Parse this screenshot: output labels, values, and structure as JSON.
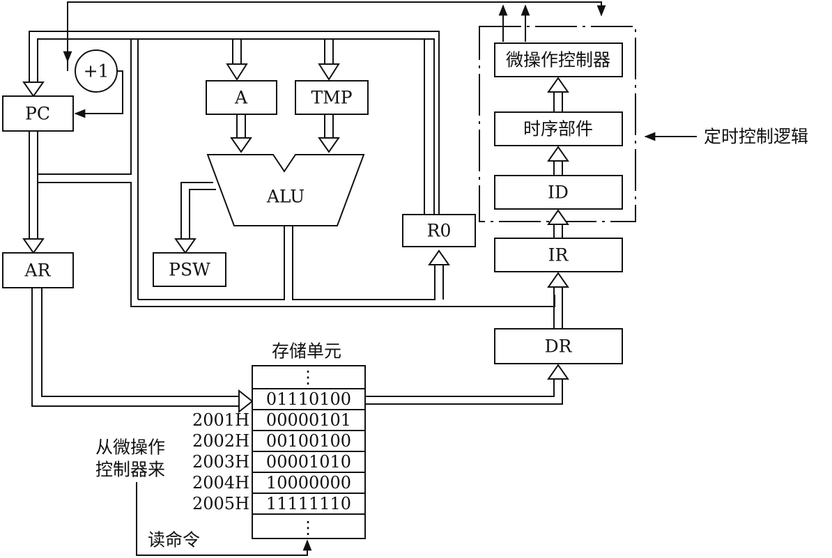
{
  "blocks": {
    "pc": "PC",
    "increment": "+1",
    "ar": "AR",
    "a": "A",
    "tmp": "TMP",
    "alu": "ALU",
    "psw": "PSW",
    "r0": "R0",
    "micro_controller": "微操作控制器",
    "timing_unit": "时序部件",
    "id": "ID",
    "ir": "IR",
    "dr": "DR"
  },
  "labels": {
    "timing_control_logic": "定时控制逻辑",
    "memory_title": "存储单元",
    "from_micro_line1": "从微操作",
    "from_micro_line2": "控制器来",
    "read_command": "读命令",
    "ellipsis_top": "⋮",
    "ellipsis_bottom": "⋮"
  },
  "memory": {
    "rows": [
      {
        "address": "",
        "value": "01110100"
      },
      {
        "address": "2001H",
        "value": "00000101"
      },
      {
        "address": "2002H",
        "value": "00100100"
      },
      {
        "address": "2003H",
        "value": "00001010"
      },
      {
        "address": "2004H",
        "value": "10000000"
      },
      {
        "address": "2005H",
        "value": "11111110"
      }
    ]
  }
}
